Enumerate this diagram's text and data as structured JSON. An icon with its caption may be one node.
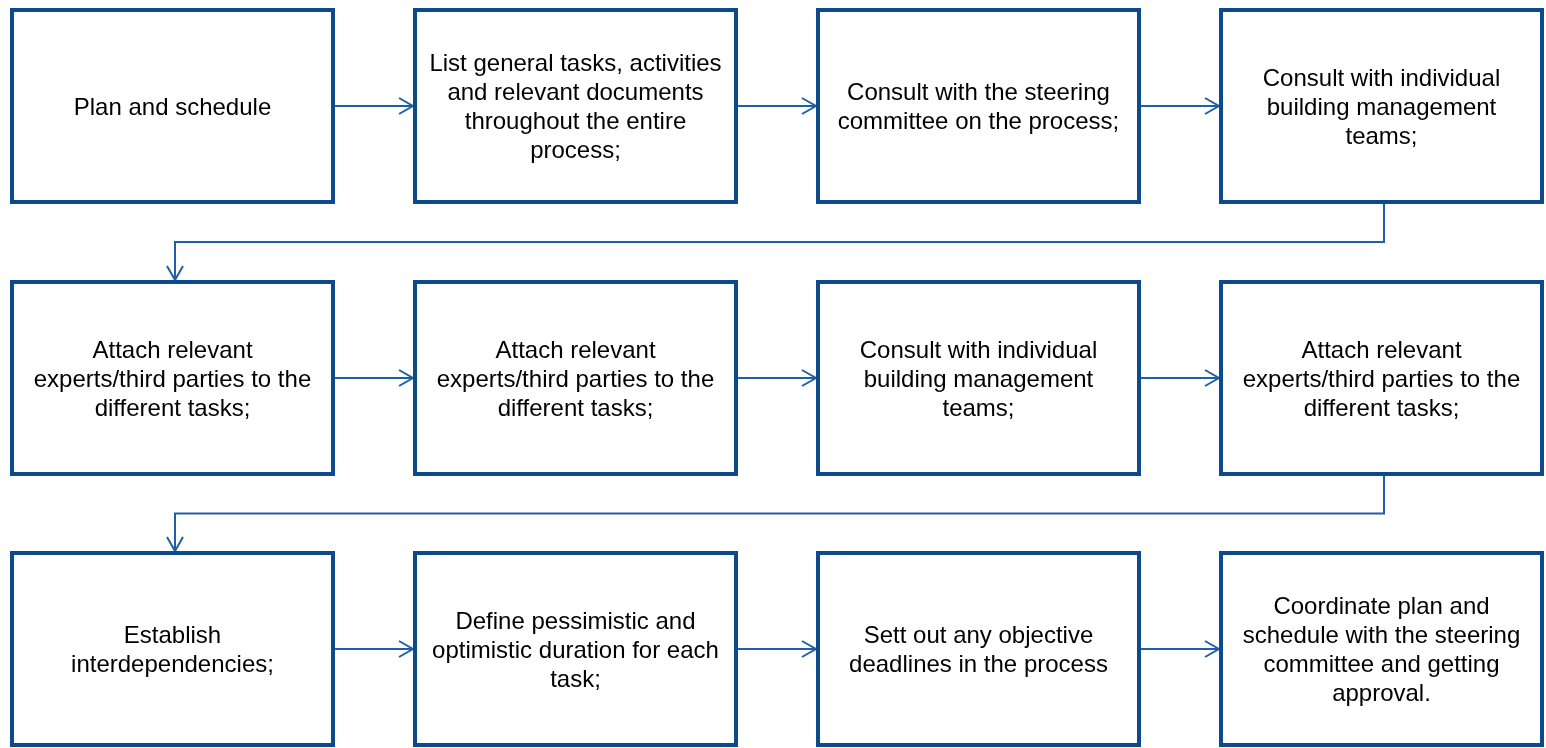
{
  "diagram": {
    "nodes": [
      {
        "text": [
          "Plan and schedule"
        ]
      },
      {
        "text": [
          "List general tasks, activities and relevant documents throughout the entire process;"
        ]
      },
      {
        "text": [
          "Consult with the steering committee on the process;"
        ]
      },
      {
        "text": [
          "Consult with individual building management teams;"
        ]
      },
      {
        "text": [
          "Attach relevant experts/third parties to the different tasks;"
        ]
      },
      {
        "text": [
          "Attach relevant experts/third parties to the different tasks;"
        ]
      },
      {
        "text": [
          "Consult with individual building management teams;"
        ]
      },
      {
        "text": [
          "Attach relevant experts/third parties to the different tasks;"
        ]
      },
      {
        "text": [
          "Establish interdependencies;"
        ]
      },
      {
        "text": [
          "Define pessimistic and optimistic duration for each task;"
        ]
      },
      {
        "text": [
          "Sett out any objective deadlines in the process"
        ]
      },
      {
        "text": [
          "Coordinate plan and schedule with the steering committee and getting approval."
        ]
      }
    ],
    "edges": [
      {
        "from": 0,
        "to": 1,
        "arrow": "to"
      },
      {
        "from": 1,
        "to": 2,
        "arrow": "to"
      },
      {
        "from": 2,
        "to": 3,
        "arrow": "to"
      },
      {
        "from": 3,
        "to": 4,
        "arrow": "to"
      },
      {
        "from": 4,
        "to": 5,
        "arrow": "to"
      },
      {
        "from": 5,
        "to": 6,
        "arrow": "to"
      },
      {
        "from": 6,
        "to": 7,
        "arrow": "to"
      },
      {
        "from": 7,
        "to": 8,
        "arrow": "to"
      },
      {
        "from": 8,
        "to": 9,
        "arrow": "to"
      },
      {
        "from": 9,
        "to": 10,
        "arrow": "to"
      },
      {
        "from": 10,
        "to": 11,
        "arrow": "to"
      }
    ]
  }
}
